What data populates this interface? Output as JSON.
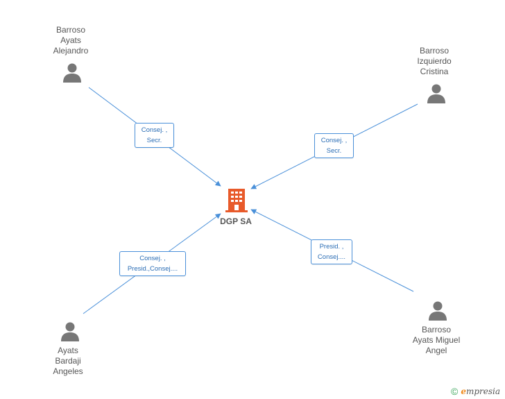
{
  "company": {
    "name": "DGP SA",
    "icon": "building-icon",
    "color": "#e85a2a"
  },
  "persons": [
    {
      "id": "p1",
      "lines": [
        "Barroso",
        "Ayats",
        "Alejandro"
      ],
      "icon": "person-icon"
    },
    {
      "id": "p2",
      "lines": [
        "Barroso",
        "Izquierdo",
        "Cristina"
      ],
      "icon": "person-icon"
    },
    {
      "id": "p3",
      "lines": [
        "Ayats",
        "Bardaji",
        "Angeles"
      ],
      "icon": "person-icon"
    },
    {
      "id": "p4",
      "lines": [
        "Barroso",
        "Ayats Miguel",
        "Angel"
      ],
      "icon": "person-icon"
    }
  ],
  "relations": [
    {
      "from": "p1",
      "lines": [
        "Consej. ,",
        "Secr."
      ]
    },
    {
      "from": "p2",
      "lines": [
        "Consej. ,",
        "Secr."
      ]
    },
    {
      "from": "p3",
      "lines": [
        "Consej. ,",
        "Presid.,Consej...."
      ]
    },
    {
      "from": "p4",
      "lines": [
        "Presid. ,",
        "Consej...."
      ]
    }
  ],
  "colors": {
    "edge": "#4a90d9",
    "person": "#777777"
  },
  "brand": {
    "copyright": "©",
    "initial": "e",
    "rest": "mpresia",
    "icon": "copyright-icon"
  }
}
